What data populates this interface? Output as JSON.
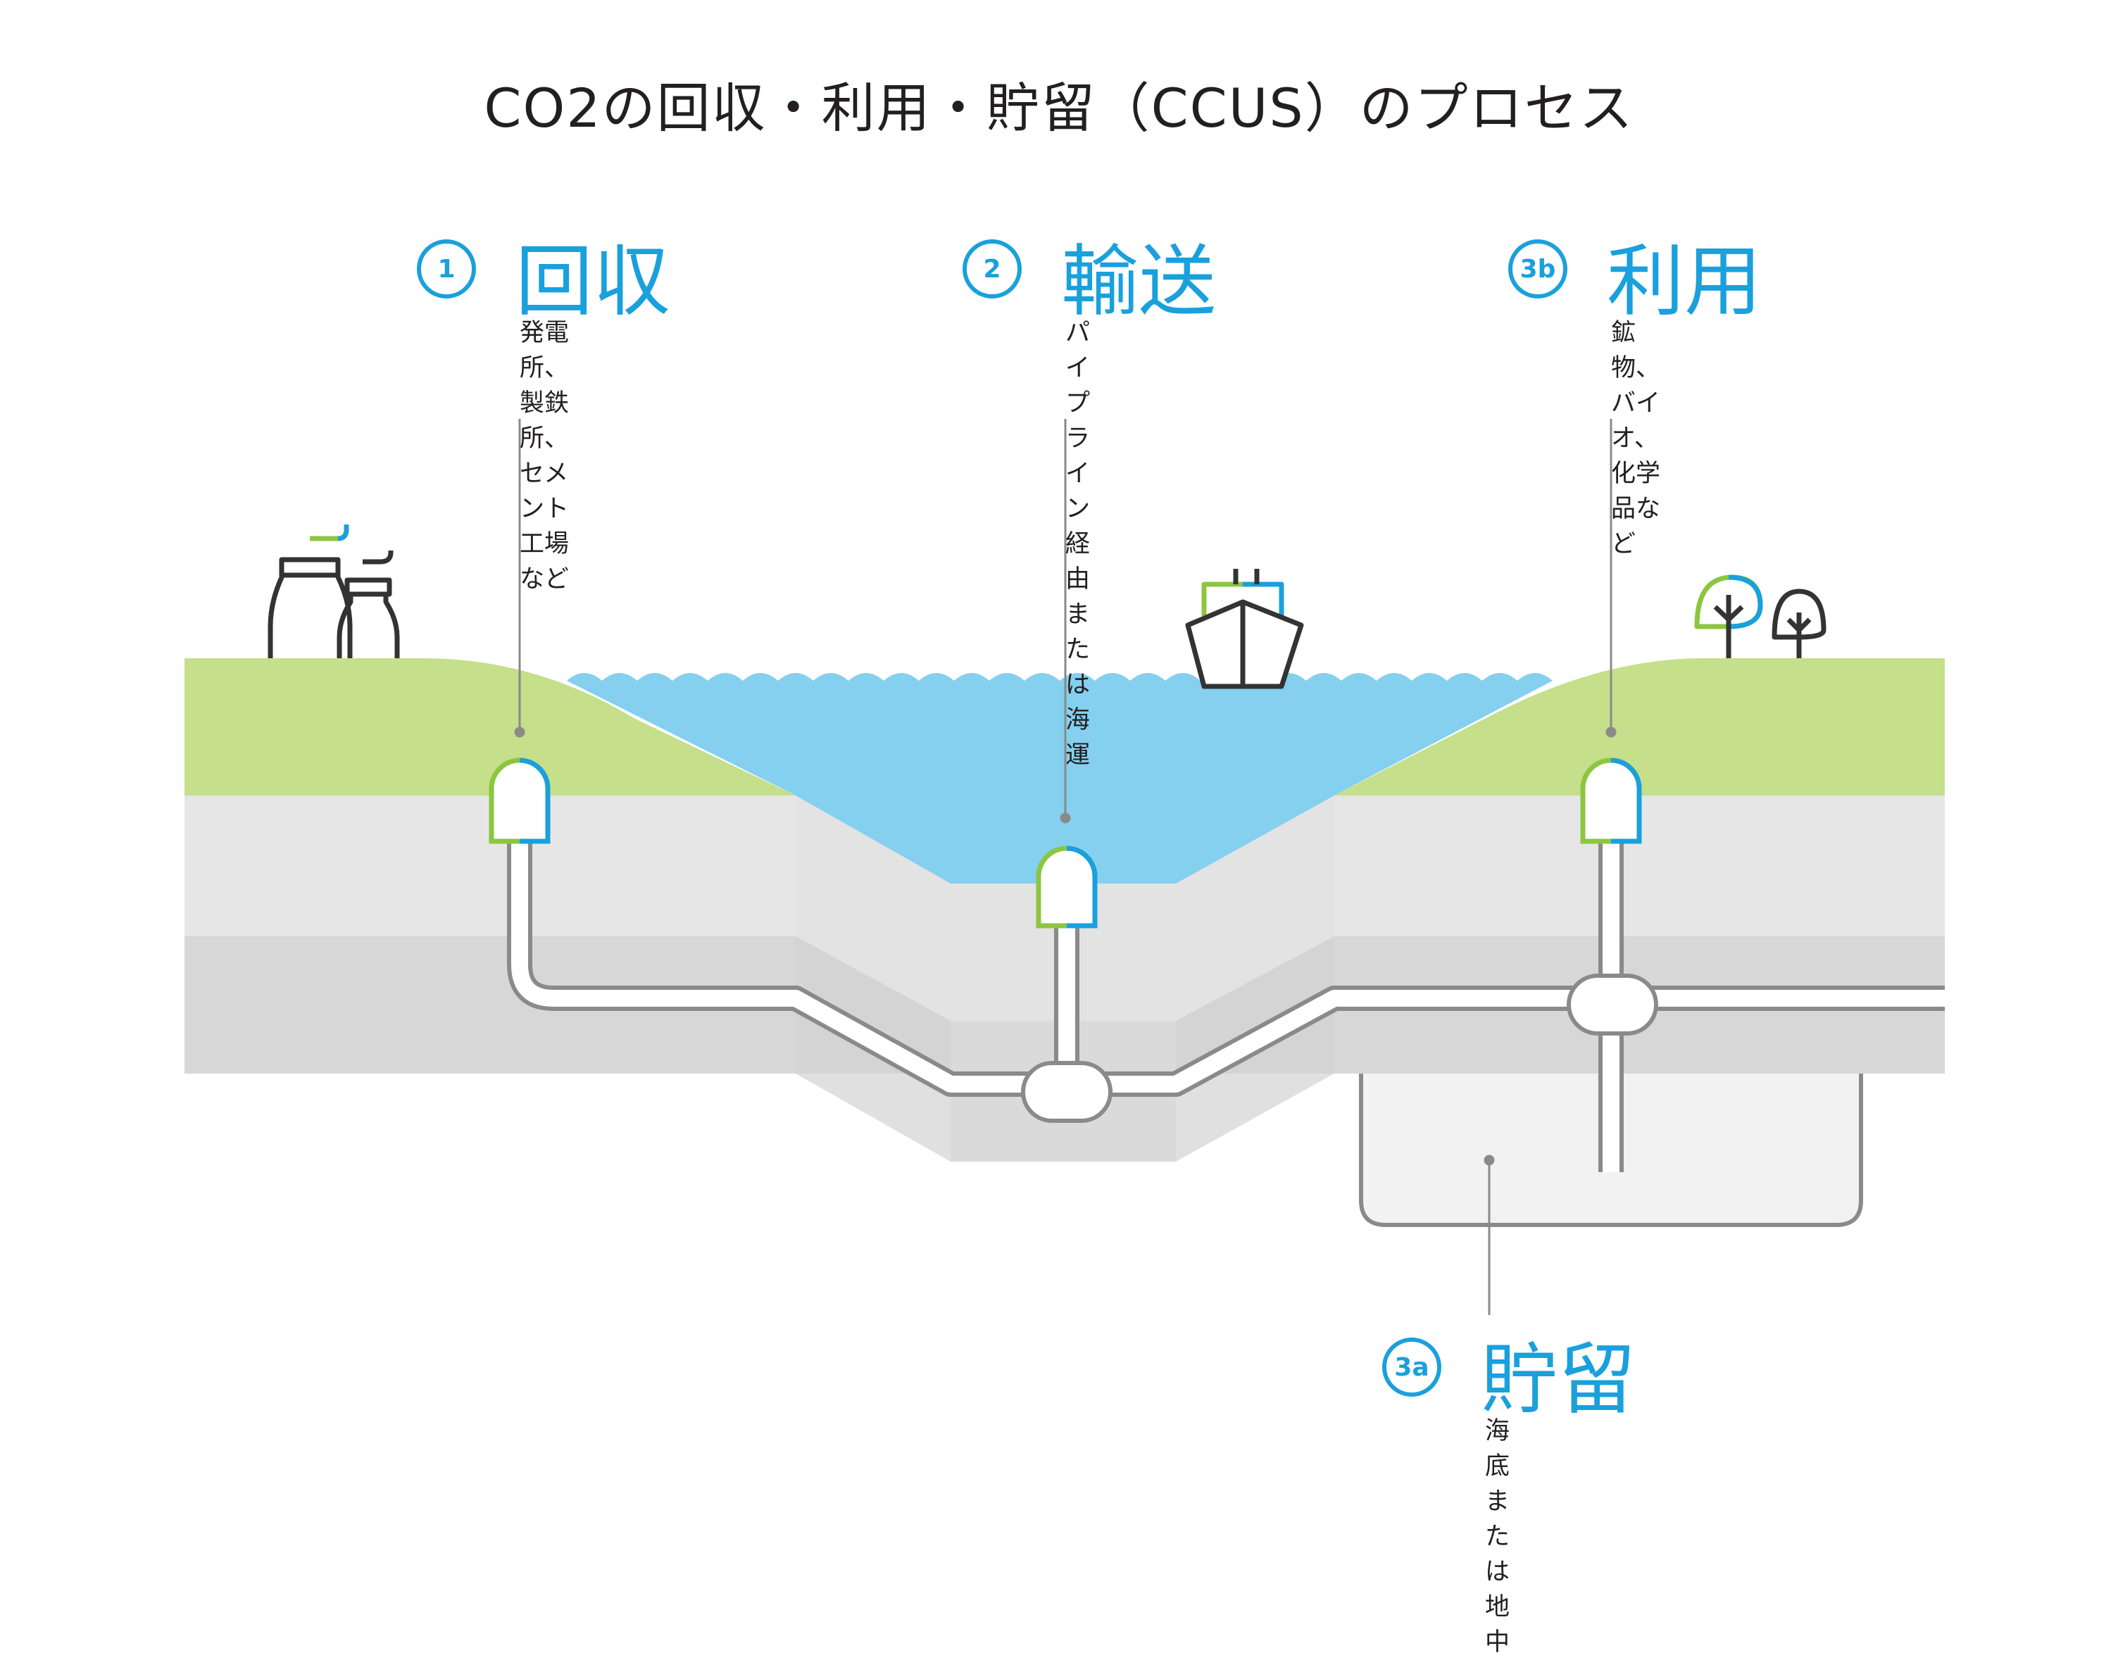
{
  "title": "CO2の回収・利用・貯留（CCUS）のプロセス",
  "steps": {
    "capture": {
      "number": "1",
      "title": "回収",
      "description": "発電所、製鉄所、\nセメント工場など"
    },
    "transport": {
      "number": "2",
      "title": "輸送",
      "description": "パイプライン経由または海運"
    },
    "utilization": {
      "number": "3b",
      "title": "利用",
      "description": "鉱物、バイオ、\n化学品など"
    },
    "storage": {
      "number": "3a",
      "title": "貯留",
      "description": "海底または地中"
    }
  },
  "colors": {
    "accent": "#1aa0dc",
    "green": "#8cc63f",
    "land": "#c5df8b",
    "water": "#84d0ee",
    "ground_light": "#e5e5e5",
    "ground_dark": "#d6d6d6",
    "reservoir": "#f2f2f2",
    "outline": "#8a8a8a",
    "icon": "#333333"
  },
  "icons": [
    "factory-icon",
    "ship-icon",
    "tree-icon",
    "capsule-icon",
    "pipe-junction-icon"
  ]
}
